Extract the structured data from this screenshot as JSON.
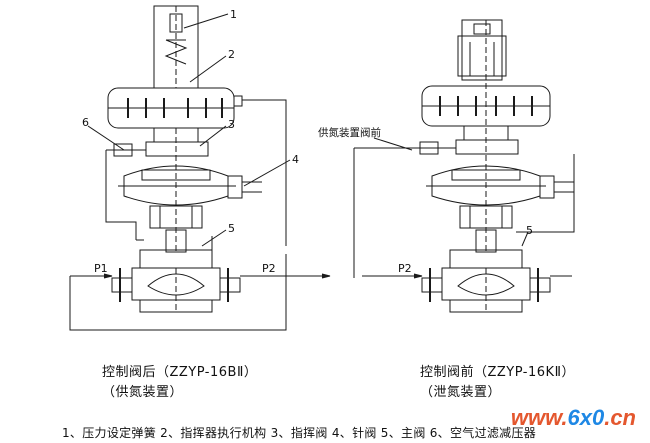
{
  "callouts": [
    "1",
    "2",
    "3",
    "4",
    "5",
    "6"
  ],
  "flow_labels": {
    "p1": "P1",
    "p2_left": "P2",
    "p2_right": "P2"
  },
  "annotation_right": "供氮装置阀前",
  "captions": {
    "left_line1": "控制阀后（ZZYP-16BⅡ）",
    "left_line2": "（供氮装置）",
    "right_line1": "控制阀前（ZZYP-16KⅡ）",
    "right_line2": "（泄氮装置）"
  },
  "legend_text": "1、压力设定弹簧 2、指挥器执行机构 3、指挥阀 4、针阀 5、主阀 6、空气过滤减压器",
  "watermark": {
    "text": "www.",
    "brand": "6x0",
    "suffix": ".cn"
  },
  "colors": {
    "line": "#1a1a1a",
    "accent": "#e4572e",
    "brand": "#1e88e5"
  }
}
